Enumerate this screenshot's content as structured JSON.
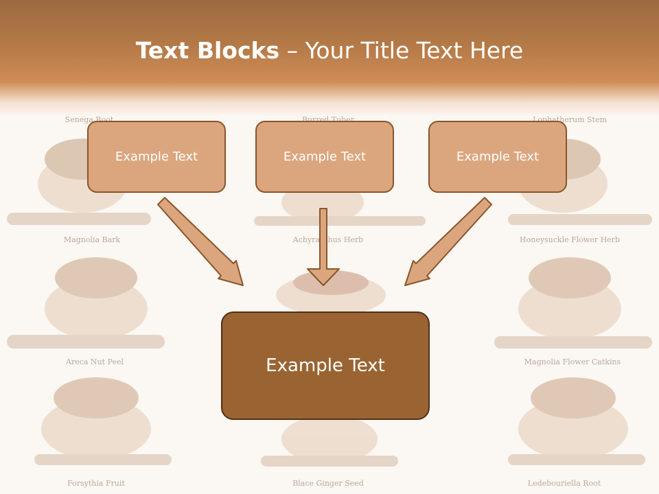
{
  "slide": {
    "title_bold": "Text Blocks",
    "title_rest": " – Your Title Text Here"
  },
  "top_boxes": [
    {
      "label": "Example Text"
    },
    {
      "label": "Example Text"
    },
    {
      "label": "Example Text"
    }
  ],
  "main_box": {
    "label": "Example Text"
  },
  "background_captions": [
    "Senega Root",
    "Burred Tuber",
    "Lophatherum Stem",
    "Magnolia Bark",
    "Achyranthus Herb",
    "Honeysuckle Flower Herb",
    "Areca Nut Peel",
    "Magnolia Flower Catkins",
    "Forsythia Fruit",
    "Blace Ginger Seed",
    "Ledebouriella Root"
  ],
  "colors": {
    "header": "#b57a47",
    "small_box_fill": "#dba67e",
    "small_box_border": "#8a5528",
    "main_box_fill": "#9a6432",
    "arrow_fill": "#dba67e"
  }
}
